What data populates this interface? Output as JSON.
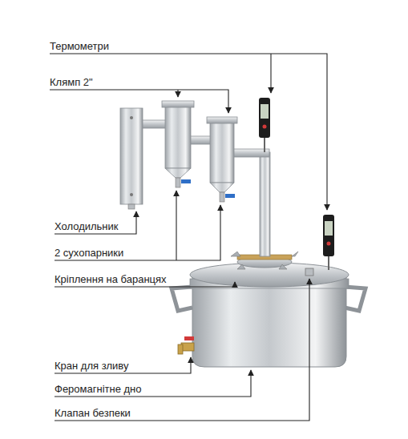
{
  "diagram": {
    "labels": [
      "Термометри",
      "Клямп 2\"",
      "Холодильник",
      "2 сухопарники",
      "Кріплення на баранцях",
      "Кран для зливу",
      "Феромагнітне дно",
      "Клапан безпеки"
    ]
  }
}
